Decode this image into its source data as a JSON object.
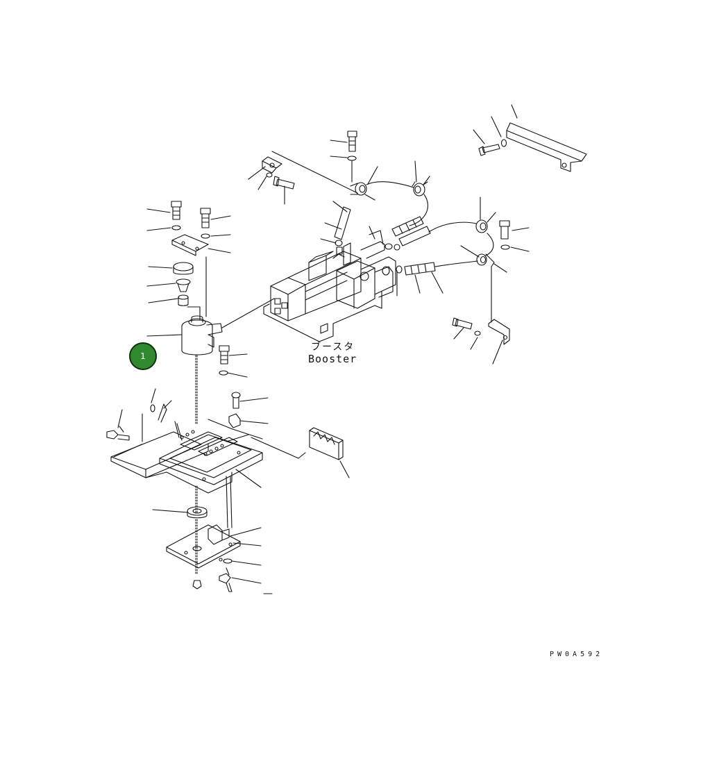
{
  "diagram": {
    "callout_number": "1",
    "booster_label_jp": "ブースタ",
    "booster_label_en": "Booster",
    "drawing_code": "PW0A592",
    "colors": {
      "line": "#111111",
      "callout_fill": "#2f8a2f",
      "callout_border": "#0f2f0f",
      "callout_text": "#ffffff",
      "background": "#ffffff"
    }
  }
}
